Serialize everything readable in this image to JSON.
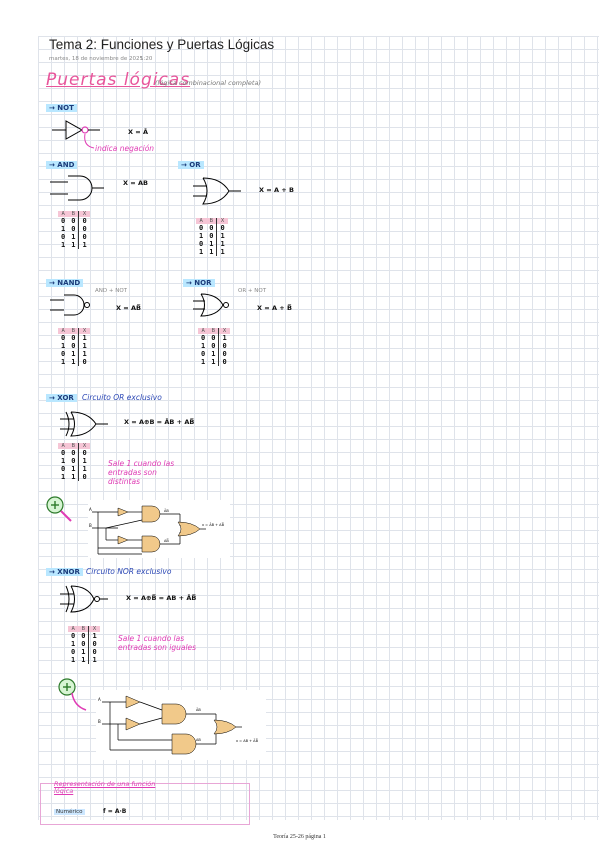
{
  "header": {
    "title": "Tema 2: Funciones y Puertas Lógicas",
    "date": "martes, 18 de noviembre de 2025",
    "time": "1:20"
  },
  "section": {
    "title": "Puertas lógicas",
    "subtitle": "(lógica combinacional completa)"
  },
  "gates": {
    "not": {
      "label": "→ NOT",
      "equation": "X = Ā",
      "note": "indica negación"
    },
    "and": {
      "label": "→ AND",
      "equation": "X = AB"
    },
    "or": {
      "label": "→ OR",
      "equation": "X = A + B"
    },
    "nand": {
      "label": "→ NAND",
      "desc": "AND + NOT",
      "equation": "X = AB̅"
    },
    "nor": {
      "label": "→ NOR",
      "desc": "OR + NOT",
      "equation": "X = A + B̅"
    },
    "xor": {
      "label": "→ XOR",
      "title": "Circuito OR exclusivo",
      "equation": "X = A⊕B = ĀB + AB̅",
      "note": "Sale 1 cuando las entradas son distintas"
    },
    "xnor": {
      "label": "→ XNOR",
      "title": "Circuito NOR exclusivo",
      "equation": "X = A⊕B̅ = AB + ĀB̅",
      "note": "Sale 1 cuando las entradas son iguales"
    }
  },
  "table_headers": [
    "A",
    "B",
    "X"
  ],
  "tables": {
    "and": [
      [
        "0",
        "0",
        "0"
      ],
      [
        "1",
        "0",
        "0"
      ],
      [
        "0",
        "1",
        "0"
      ],
      [
        "1",
        "1",
        "1"
      ]
    ],
    "or": [
      [
        "0",
        "0",
        "0"
      ],
      [
        "1",
        "0",
        "1"
      ],
      [
        "0",
        "1",
        "1"
      ],
      [
        "1",
        "1",
        "1"
      ]
    ],
    "nand": [
      [
        "0",
        "0",
        "1"
      ],
      [
        "1",
        "0",
        "1"
      ],
      [
        "0",
        "1",
        "1"
      ],
      [
        "1",
        "1",
        "0"
      ]
    ],
    "nor": [
      [
        "0",
        "0",
        "1"
      ],
      [
        "1",
        "0",
        "0"
      ],
      [
        "0",
        "1",
        "0"
      ],
      [
        "1",
        "1",
        "0"
      ]
    ],
    "xor": [
      [
        "0",
        "0",
        "0"
      ],
      [
        "1",
        "0",
        "1"
      ],
      [
        "0",
        "1",
        "1"
      ],
      [
        "1",
        "1",
        "0"
      ]
    ],
    "xnor": [
      [
        "0",
        "0",
        "1"
      ],
      [
        "1",
        "0",
        "0"
      ],
      [
        "0",
        "1",
        "0"
      ],
      [
        "1",
        "1",
        "1"
      ]
    ]
  },
  "circuits": {
    "xor": {
      "in_a": "A",
      "in_b": "B",
      "out": "x = ĀB + AB̅",
      "w1": "ĀB",
      "w2": "AB̅"
    },
    "xnor": {
      "in_a": "A",
      "in_b": "B",
      "out": "x = AB + ĀB̅",
      "w1": "ĀB",
      "w2": "AB"
    }
  },
  "bottom_box": {
    "title": "Representación de una función lógica",
    "item": "Numérico",
    "formula": "f = A·B"
  },
  "footer": "Teoría 25-26 página 1",
  "colors": {
    "pink": "#e8559b",
    "blue": "#2b47b5",
    "magenta": "#e03cb5",
    "grid": "#dfe3ea"
  }
}
